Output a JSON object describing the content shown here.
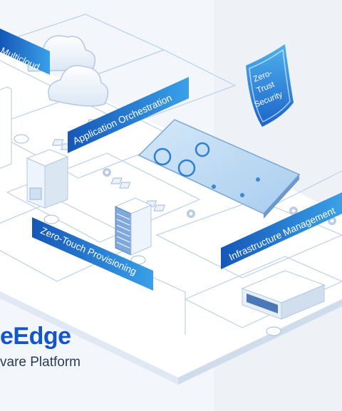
{
  "labels": {
    "multicloud": "Multicloud",
    "app_orchestration": "Application Orchestration",
    "zero_touch": "Zero-Touch Provisioning",
    "infra_mgmt": "Infrastructure Management",
    "zero_trust_line1": "Zero-",
    "zero_trust_line2": "Trust",
    "zero_trust_line3": "Security"
  },
  "brand": {
    "title": "eEdge",
    "subtitle": "vare Platform"
  },
  "colors": {
    "background": "#f3f6fa",
    "platform": "#ffffff",
    "platform_edge": "#dfe8f3",
    "line": "#bcd0e8",
    "banner_dark": "#1557b8",
    "banner_light": "#3aa0e8",
    "brand_blue": "#1456c8",
    "shield_dark": "#1c64c8",
    "shield_light": "#4fb0ee"
  },
  "icons": [
    "cloud-icon",
    "server-icon",
    "gear-icon",
    "shield-icon",
    "map-pin-icon",
    "chip-icon"
  ]
}
